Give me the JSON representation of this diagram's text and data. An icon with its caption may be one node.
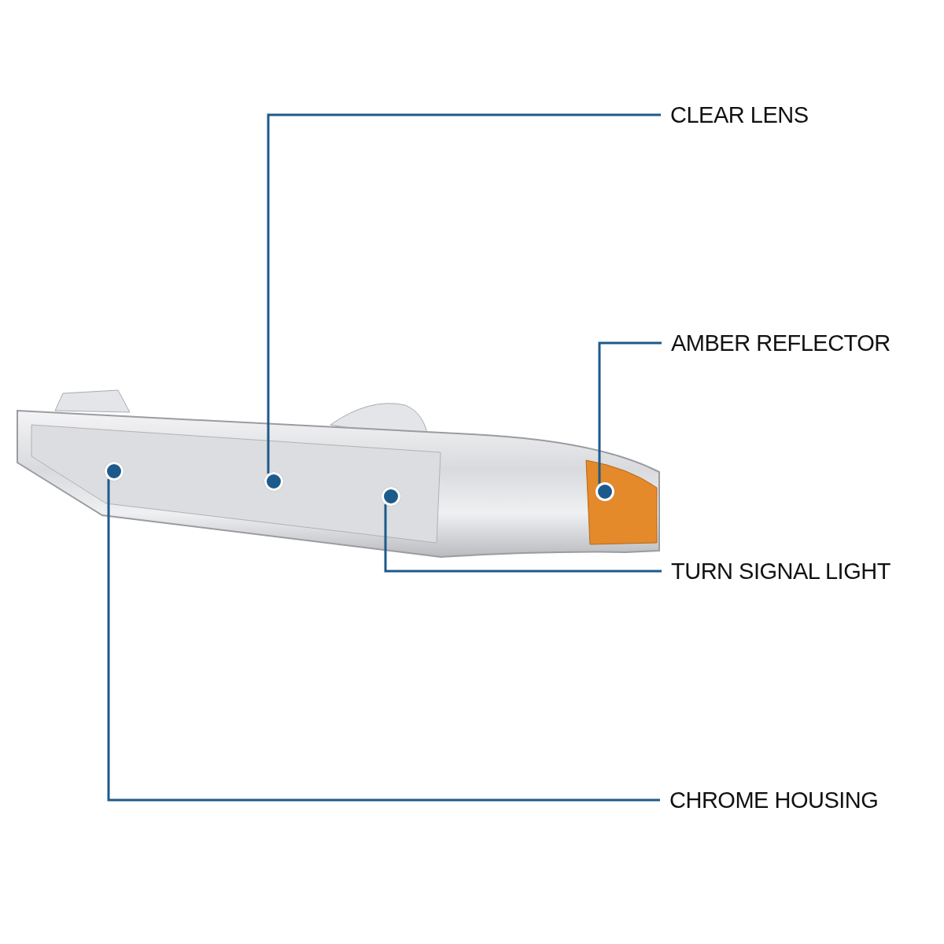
{
  "diagram": {
    "nodes": [
      {
        "text": [
          "CLEAR LENS"
        ]
      },
      {
        "text": [
          "AMBER REFLECTOR"
        ]
      },
      {
        "text": [
          "TURN SIGNAL LIGHT"
        ]
      },
      {
        "text": [
          "CHROME HOUSING"
        ]
      },
      {
        "text": [],
        "shape": "circle"
      },
      {
        "text": [],
        "shape": "circle"
      },
      {
        "text": [],
        "shape": "circle"
      },
      {
        "text": [],
        "shape": "circle"
      }
    ],
    "edges": [
      {
        "from": 0,
        "to": 5,
        "arrow": "none"
      },
      {
        "from": 1,
        "to": 7,
        "arrow": "none"
      },
      {
        "from": 2,
        "to": 6,
        "arrow": "none"
      },
      {
        "from": 3,
        "to": 4,
        "arrow": "none"
      }
    ]
  }
}
